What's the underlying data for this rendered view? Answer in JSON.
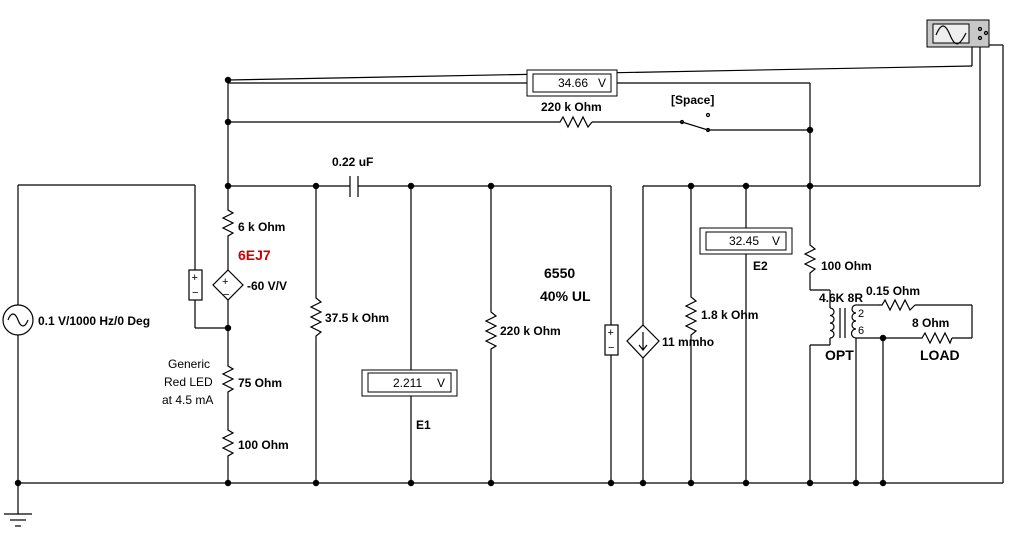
{
  "components": {
    "source_label": "0.1 V/1000 Hz/0 Deg",
    "r_6k": "6 k Ohm",
    "tube1": "6EJ7",
    "vcvs_gain": "-60 V/V",
    "led_line1": "Generic",
    "led_line2": "Red LED",
    "led_line3": "at 4.5 mA",
    "r_75": "75  Ohm",
    "r_100_cathode": "100  Ohm",
    "r_37k": "37.5 k Ohm",
    "cap": "0.22 uF",
    "r_220k_grid": "220 k Ohm",
    "tube2_line1": "6550",
    "tube2_line2": "40% UL",
    "vccs_gm": "11 mmho",
    "r_1k8": "1.8 k Ohm",
    "r_100_plate": "100  Ohm",
    "xfmr_ratio": "4.6K 8R",
    "xfmr_tap_2": "2",
    "xfmr_tap_6": "6",
    "xfmr_name": "OPT",
    "r_015": "0.15  Ohm",
    "r_8": "8  Ohm",
    "load": "LOAD",
    "r_220k_fb": "220 k Ohm",
    "switch_key": "[Space]",
    "e1": "E1",
    "e2": "E2",
    "plus": "+",
    "minus": "−"
  },
  "meters": {
    "top": {
      "value": "34.66",
      "unit": "V"
    },
    "e1": {
      "value": "2.211",
      "unit": "V"
    },
    "e2": {
      "value": "32.45",
      "unit": "V"
    }
  }
}
